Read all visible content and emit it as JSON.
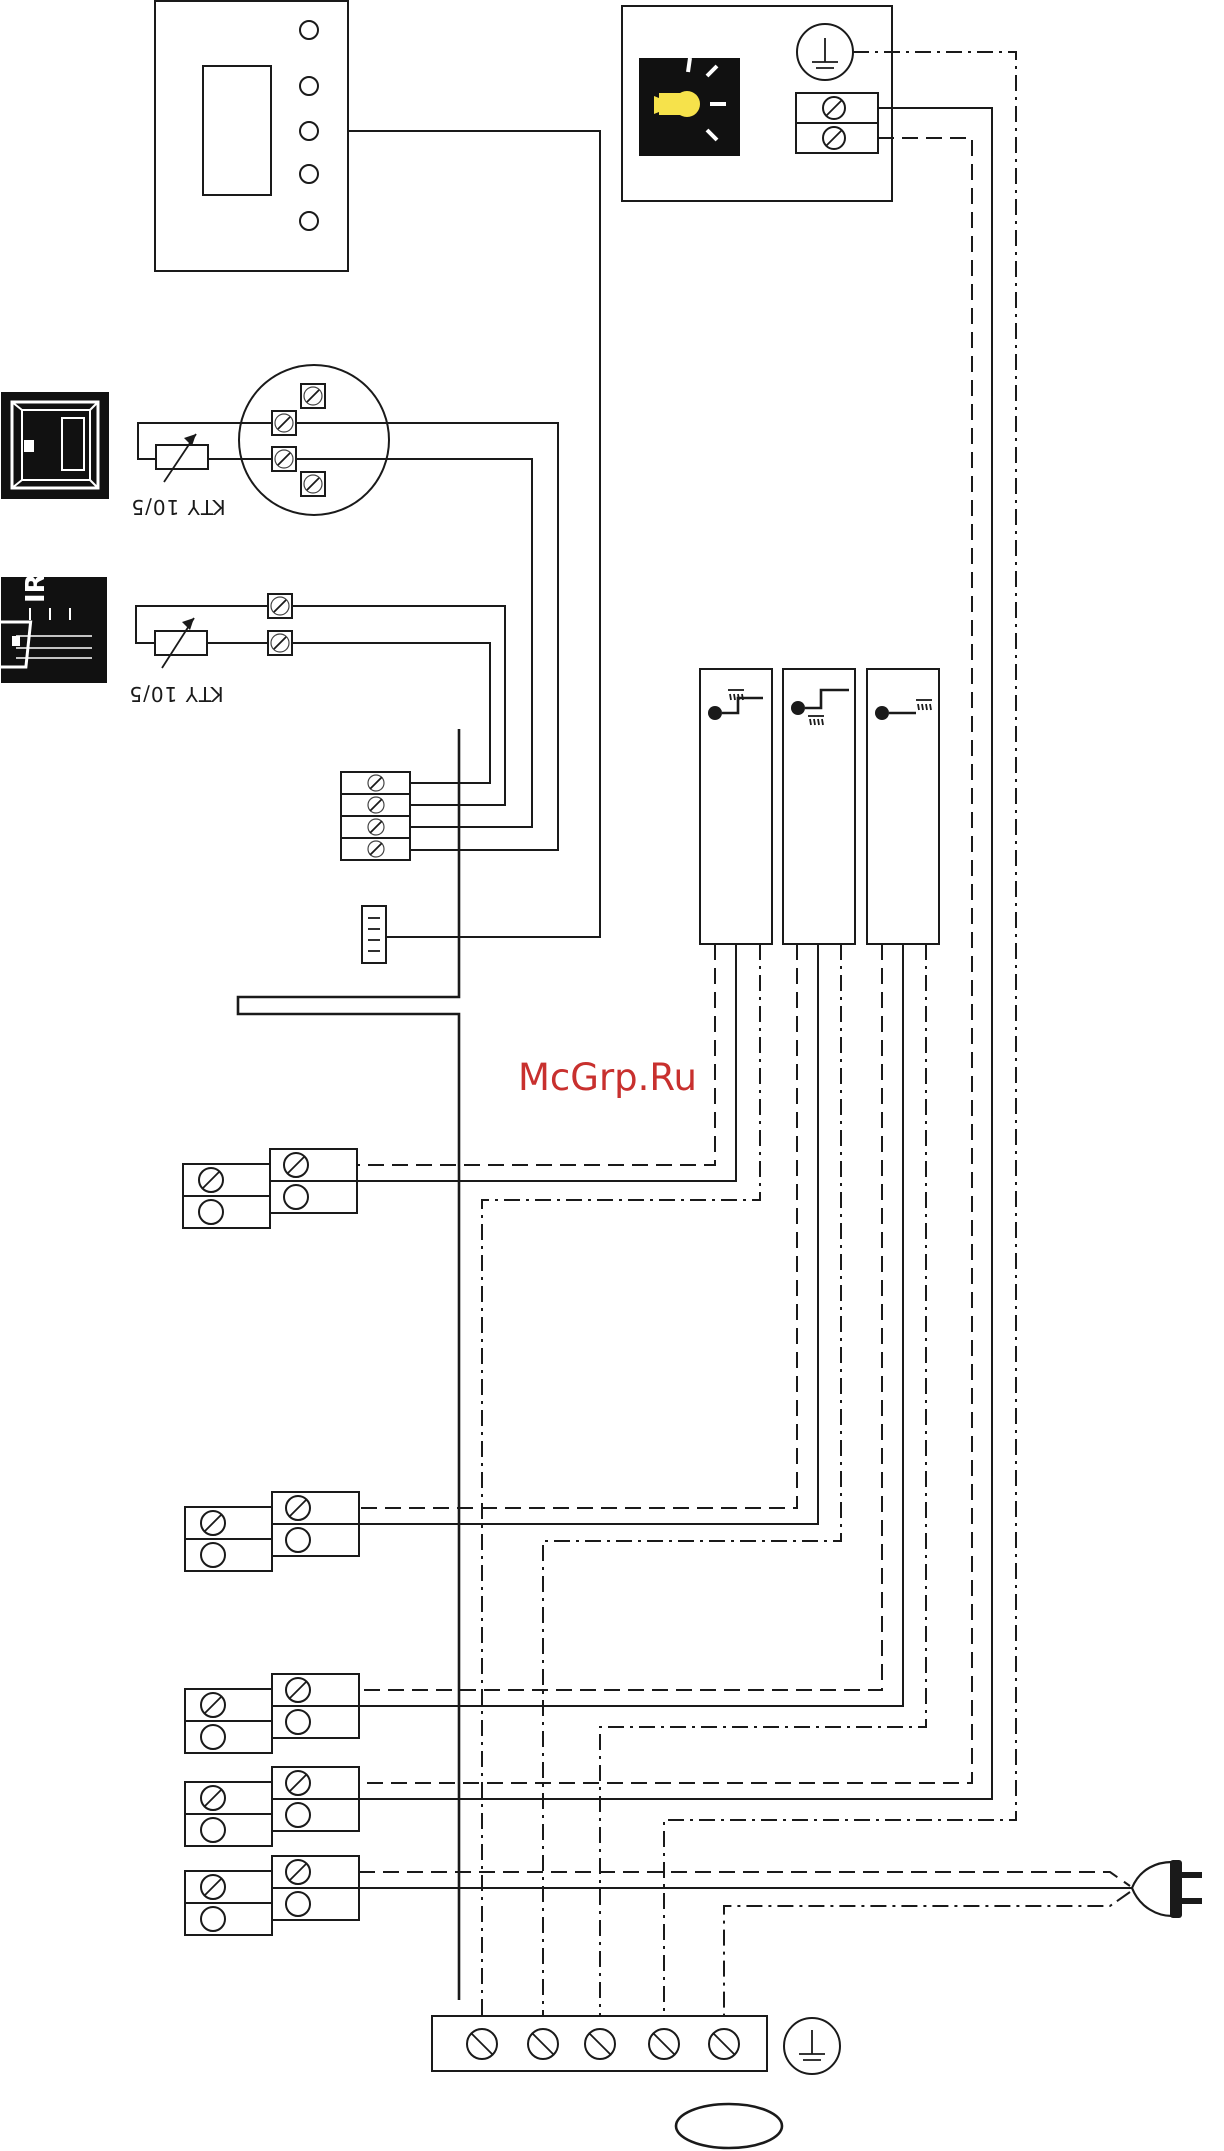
{
  "diagram": {
    "sensor_labels": {
      "sensor_1": "KTY 10/5",
      "sensor_2": "KTY 10/5"
    },
    "icons": {
      "sauna_cabin": "sauna-cabin-icon",
      "infrared_heater": "infrared-heater-icon",
      "lamp": "light-bulb-icon",
      "ground": "ground-icon",
      "plug": "mains-plug-icon",
      "heater_stages": [
        "heater-stage-1-icon",
        "heater-stage-2-icon",
        "heater-stage-3-icon"
      ]
    },
    "ir_icon_text": "IR",
    "colors": {
      "lamp_background": "#111111",
      "lamp_bulb": "#f6e24b",
      "watermark": "#c8302e"
    },
    "watermark": "McGrp.Ru"
  }
}
